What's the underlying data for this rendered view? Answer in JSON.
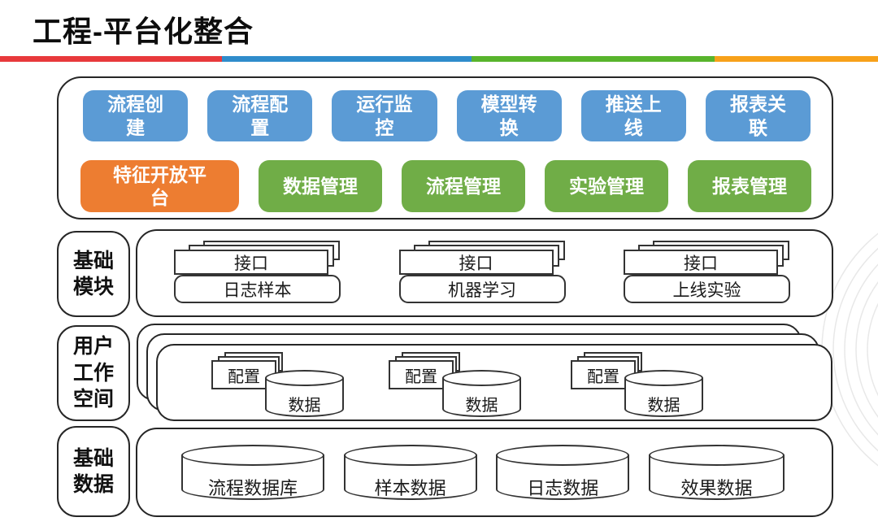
{
  "slide": {
    "title": "工程-平台化整合"
  },
  "accent_bar": {
    "segments": [
      "#E8393B",
      "#2F8CCB",
      "#58B42C",
      "#F7A11A"
    ]
  },
  "platform_panel": {
    "row1": [
      "流程创建",
      "流程配置",
      "运行监控",
      "模型转换",
      "推送上线",
      "报表关联"
    ],
    "row2_highlight": "特征开放平台",
    "row2": [
      "数据管理",
      "流程管理",
      "实验管理",
      "报表管理"
    ]
  },
  "base_modules": {
    "label": "基础模块",
    "stack_label": "接口",
    "groups": [
      {
        "stack": "接口",
        "module": "日志样本"
      },
      {
        "stack": "接口",
        "module": "机器学习"
      },
      {
        "stack": "接口",
        "module": "上线实验"
      }
    ]
  },
  "user_workspace": {
    "label": "用户工作空间",
    "groups": [
      {
        "config": "配置",
        "data": "数据"
      },
      {
        "config": "配置",
        "data": "数据"
      },
      {
        "config": "配置",
        "data": "数据"
      }
    ]
  },
  "base_data": {
    "label": "基础数据",
    "databases": [
      "流程数据库",
      "样本数据",
      "日志数据",
      "效果数据"
    ]
  },
  "colors": {
    "box_blue": "#5B9BD5",
    "box_green": "#70AD47",
    "box_orange": "#ED7D31",
    "shape_border": "#333333"
  }
}
